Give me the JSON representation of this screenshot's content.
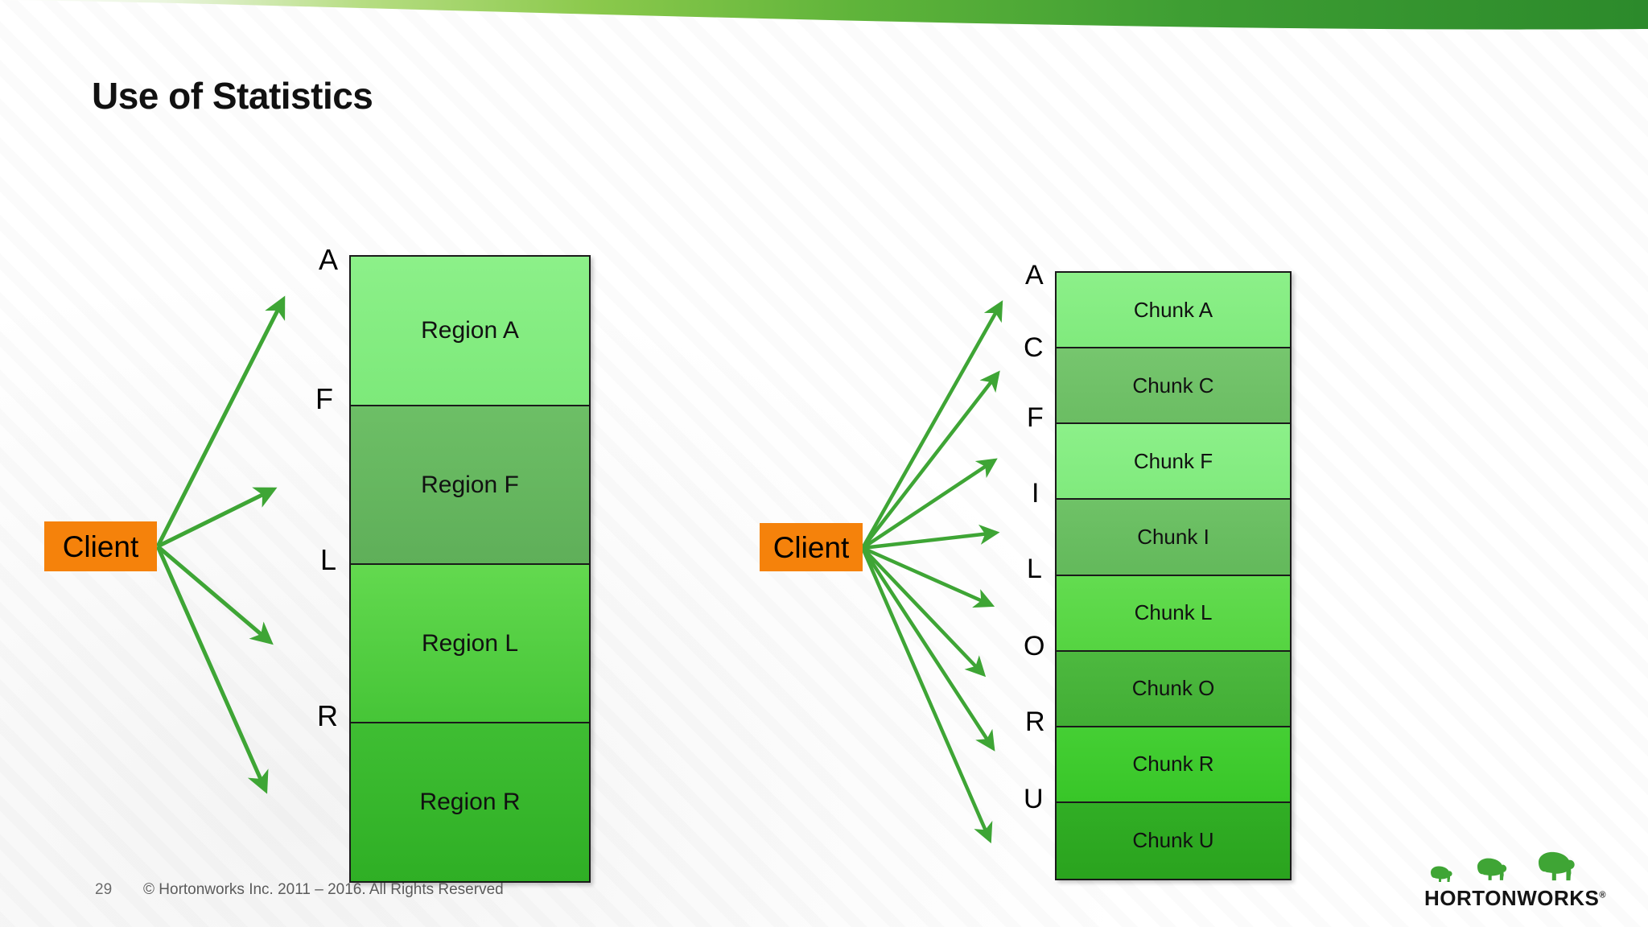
{
  "slide": {
    "title": "Use of Statistics",
    "page_number": "29",
    "copyright": "© Hortonworks Inc. 2011 – 2016. All Rights Reserved",
    "background_color": "#FFFFFF",
    "banner": {
      "name": "green-swoosh-banner",
      "gradient_from": "#FFFFFF",
      "gradient_mid": "#8CC63F",
      "gradient_to": "#2E8B2E"
    }
  },
  "logo": {
    "wordmark": "HORTONWORKS",
    "trademark": "®",
    "elephant_color": "#3FA535",
    "elephant_count": 3
  },
  "colors": {
    "client_fill": "#F5820B",
    "client_text": "#000000",
    "arrow_green": "#3EA535",
    "axis_black": "#000000",
    "cell_border": "#1A1A1A"
  },
  "left_diagram": {
    "name": "region-view",
    "client_label": "Client",
    "arrow_count": 4,
    "axis_letters": [
      "A",
      "F",
      "L",
      "R"
    ],
    "cells": [
      {
        "label": "Region A",
        "color": "#8CF089",
        "color_bottom": "#7DE97A"
      },
      {
        "label": "Region F",
        "color": "#6DBF66",
        "color_bottom": "#5FAF59"
      },
      {
        "label": "Region L",
        "color": "#63D94F",
        "color_bottom": "#46C537"
      },
      {
        "label": "Region R",
        "color": "#3FBE33",
        "color_bottom": "#2FAF25"
      }
    ]
  },
  "right_diagram": {
    "name": "chunk-view",
    "client_label": "Client",
    "arrow_count": 8,
    "axis_letters": [
      "A",
      "C",
      "F",
      "I",
      "L",
      "O",
      "R",
      "U"
    ],
    "cells": [
      {
        "label": "Chunk A",
        "color": "#8CF089",
        "color_bottom": "#80EA7D"
      },
      {
        "label": "Chunk C",
        "color": "#76C66E",
        "color_bottom": "#6BBD63"
      },
      {
        "label": "Chunk F",
        "color": "#8CF089",
        "color_bottom": "#80EA7D"
      },
      {
        "label": "Chunk I",
        "color": "#6FC267",
        "color_bottom": "#63B95B"
      },
      {
        "label": "Chunk L",
        "color": "#63DC50",
        "color_bottom": "#55D441"
      },
      {
        "label": "Chunk O",
        "color": "#4DB93F",
        "color_bottom": "#42AE35"
      },
      {
        "label": "Chunk R",
        "color": "#45CF34",
        "color_bottom": "#38C628"
      },
      {
        "label": "Chunk U",
        "color": "#31AE25",
        "color_bottom": "#2AA31E"
      }
    ]
  }
}
